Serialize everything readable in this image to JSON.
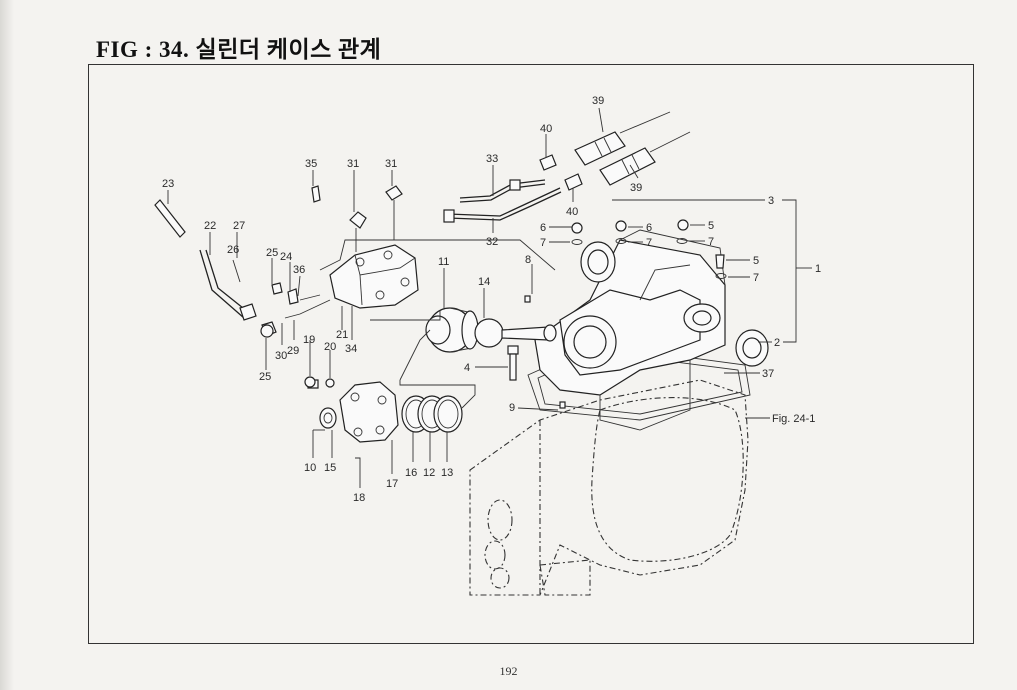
{
  "figure": {
    "title": "FIG : 34. 실린더 케이스 관계",
    "page_number": "192"
  },
  "callouts": [
    {
      "id": "c39a",
      "text": "39"
    },
    {
      "id": "c39b",
      "text": "39"
    },
    {
      "id": "c40a",
      "text": "40"
    },
    {
      "id": "c40b",
      "text": "40"
    },
    {
      "id": "c33",
      "text": "33"
    },
    {
      "id": "c32",
      "text": "32"
    },
    {
      "id": "c35",
      "text": "35"
    },
    {
      "id": "c31a",
      "text": "31"
    },
    {
      "id": "c31b",
      "text": "31"
    },
    {
      "id": "c23",
      "text": "23"
    },
    {
      "id": "c22",
      "text": "22"
    },
    {
      "id": "c27",
      "text": "27"
    },
    {
      "id": "c26",
      "text": "26"
    },
    {
      "id": "c25a",
      "text": "25"
    },
    {
      "id": "c24",
      "text": "24"
    },
    {
      "id": "c36",
      "text": "36"
    },
    {
      "id": "c21",
      "text": "21"
    },
    {
      "id": "c34",
      "text": "34"
    },
    {
      "id": "c20",
      "text": "20"
    },
    {
      "id": "c19",
      "text": "19"
    },
    {
      "id": "c29",
      "text": "29"
    },
    {
      "id": "c30",
      "text": "30"
    },
    {
      "id": "c25b",
      "text": "25"
    },
    {
      "id": "c11",
      "text": "11"
    },
    {
      "id": "c14",
      "text": "14"
    },
    {
      "id": "c8",
      "text": "8"
    },
    {
      "id": "c6a",
      "text": "6"
    },
    {
      "id": "c7a",
      "text": "7"
    },
    {
      "id": "c6b",
      "text": "6"
    },
    {
      "id": "c7b",
      "text": "7"
    },
    {
      "id": "c5a",
      "text": "5"
    },
    {
      "id": "c7c",
      "text": "7"
    },
    {
      "id": "c5b",
      "text": "5"
    },
    {
      "id": "c7d",
      "text": "7"
    },
    {
      "id": "c3",
      "text": "3"
    },
    {
      "id": "c1",
      "text": "1"
    },
    {
      "id": "c2",
      "text": "2"
    },
    {
      "id": "c37",
      "text": "37"
    },
    {
      "id": "cfig",
      "text": "Fig. 24-1"
    },
    {
      "id": "c4",
      "text": "4"
    },
    {
      "id": "c9",
      "text": "9"
    },
    {
      "id": "c10",
      "text": "10"
    },
    {
      "id": "c15",
      "text": "15"
    },
    {
      "id": "c16",
      "text": "16"
    },
    {
      "id": "c12",
      "text": "12"
    },
    {
      "id": "c13",
      "text": "13"
    },
    {
      "id": "c17",
      "text": "17"
    },
    {
      "id": "c18",
      "text": "18"
    }
  ]
}
